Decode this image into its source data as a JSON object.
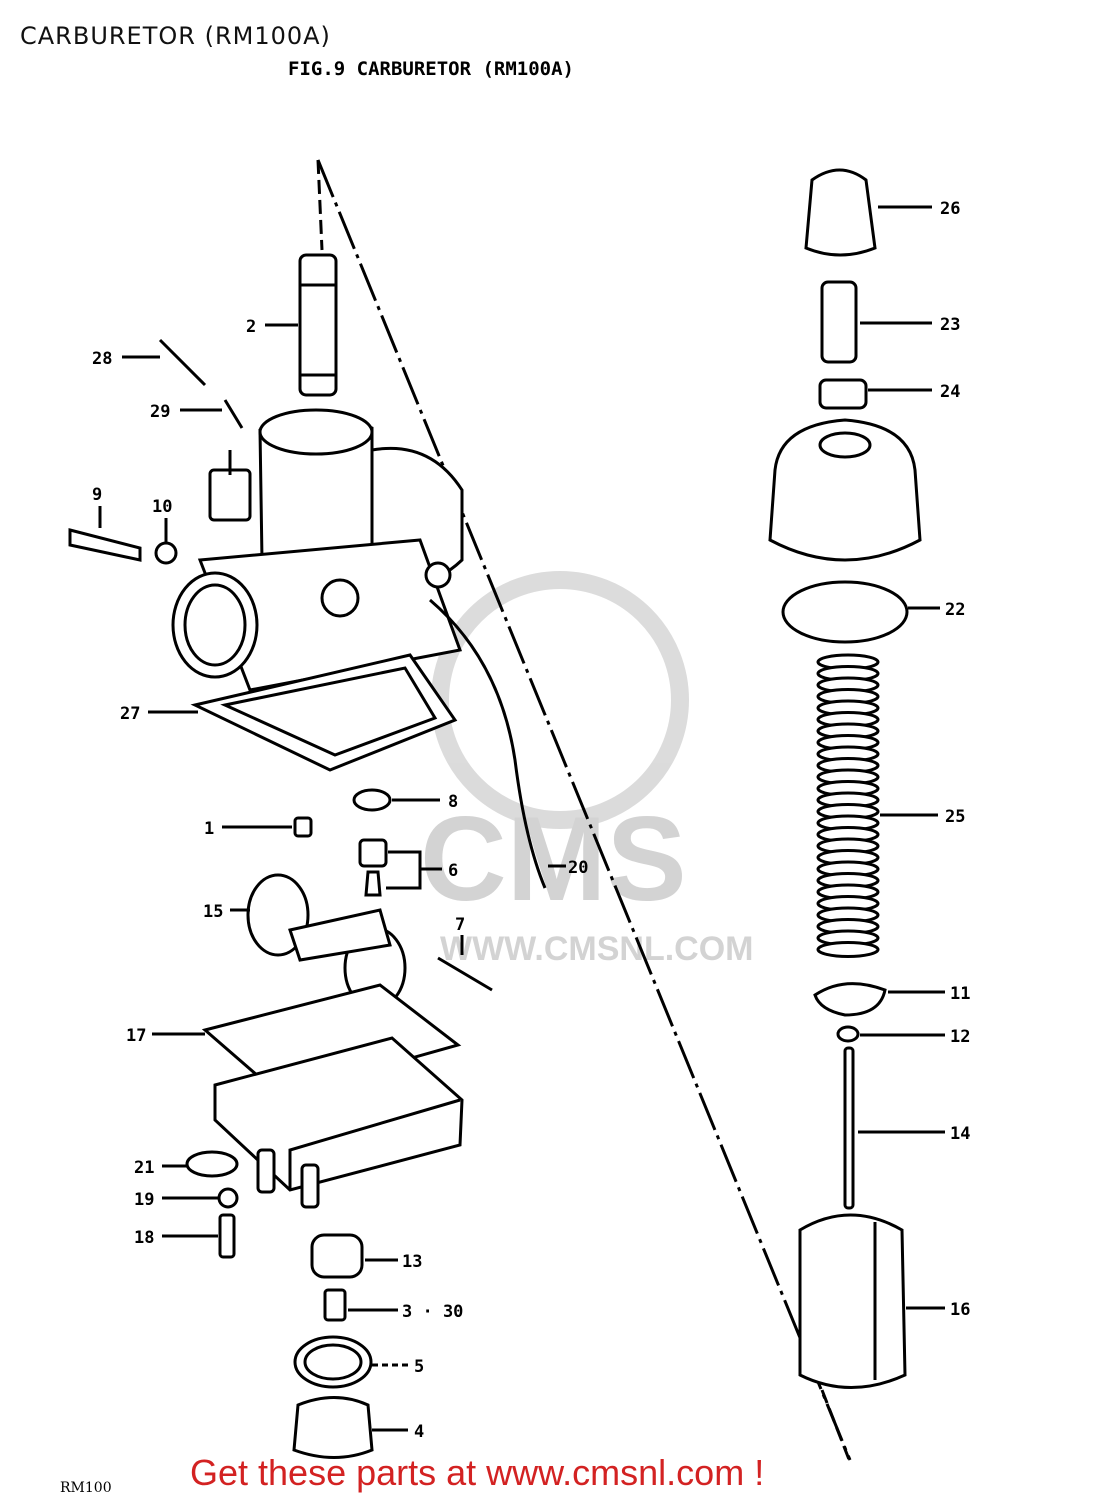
{
  "header": {
    "title": "CARBURETOR (RM100A)",
    "figure_caption": "FIG.9  CARBURETOR (RM100A)"
  },
  "footer": {
    "model_code": "RM100",
    "promo": "Get these parts at www.cmsnl.com !"
  },
  "watermark": {
    "brand": "CMS",
    "url": "WWW.CMSNL.COM"
  },
  "callouts": {
    "c1": "1",
    "c2": "2",
    "c3": "3 · 30",
    "c4": "4",
    "c5": "5",
    "c6": "6",
    "c7": "7",
    "c8": "8",
    "c9": "9",
    "c10": "10",
    "c11": "11",
    "c12": "12",
    "c13": "13",
    "c14": "14",
    "c15": "15",
    "c16": "16",
    "c17": "17",
    "c18": "18",
    "c19": "19",
    "c20": "20",
    "c21": "21",
    "c22": "22",
    "c23": "23",
    "c24": "24",
    "c25": "25",
    "c26": "26",
    "c27": "27",
    "c28": "28",
    "c29": "29"
  },
  "colors": {
    "promo": "#d32222",
    "watermark": "#cfcfcf",
    "ink": "#000000"
  }
}
